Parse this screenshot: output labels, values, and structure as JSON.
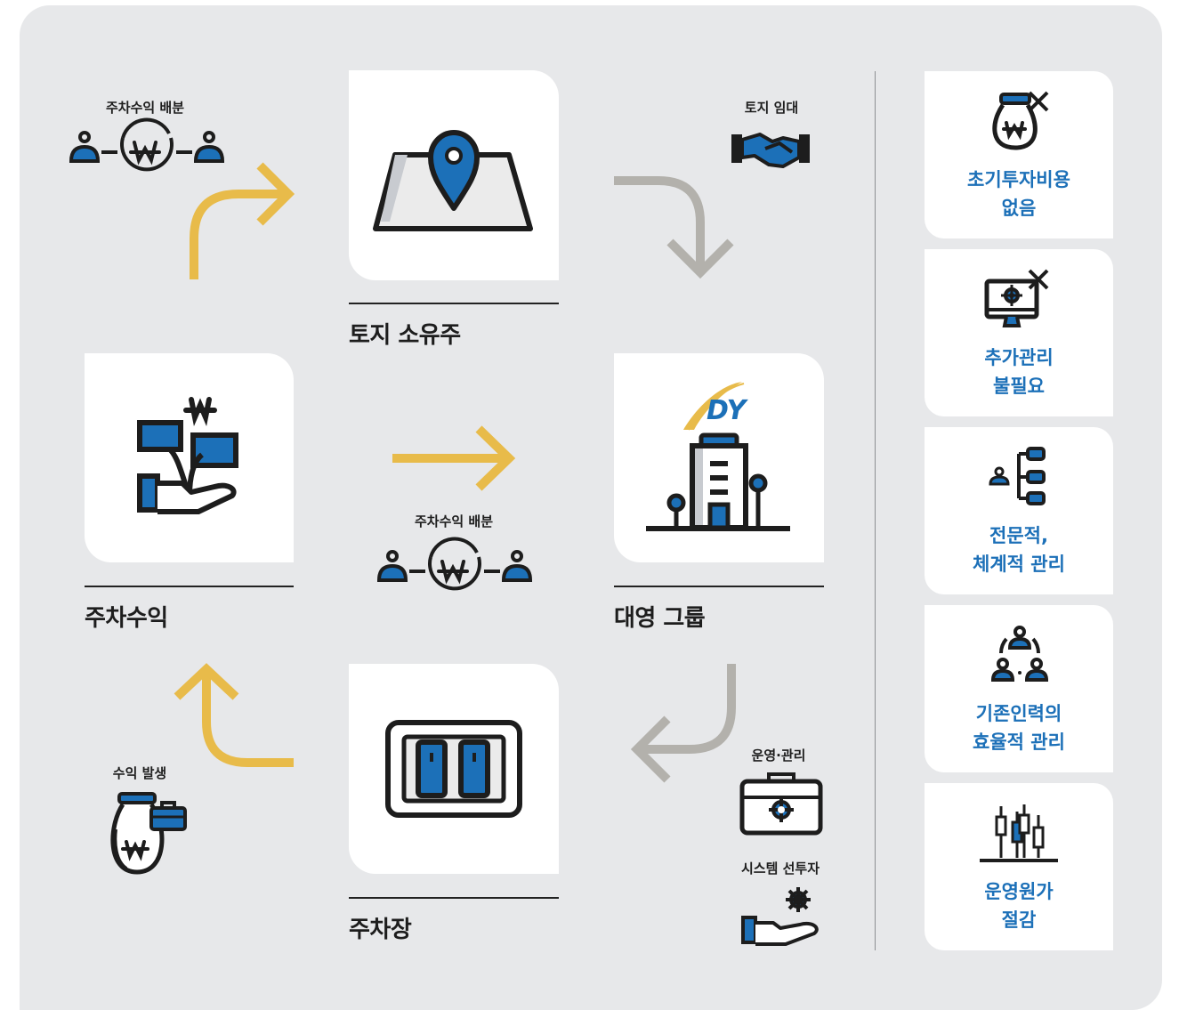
{
  "nodes": {
    "landowner": "토지 소유주",
    "daeyoung": "대영 그룹",
    "parking_income": "주차수익",
    "parking_lot": "주차장"
  },
  "flows": {
    "top_left": "주차수익 배분",
    "top_right": "토지 임대",
    "center": "주차수익 배분",
    "bottom_left": "수익 발생",
    "bottom_right_1": "운영·관리",
    "bottom_right_2": "시스템 선투자"
  },
  "logo_text": "DY",
  "benefits": [
    {
      "line1": "초기투자비용",
      "line2": "없음",
      "icon": "money-bag-cross-icon"
    },
    {
      "line1": "추가관리",
      "line2": "불필요",
      "icon": "monitor-cross-icon"
    },
    {
      "line1": "전문적,",
      "line2": "체계적 관리",
      "icon": "org-chart-icon"
    },
    {
      "line1": "기존인력의",
      "line2": "효율적 관리",
      "icon": "team-icon"
    },
    {
      "line1": "운영원가",
      "line2": "절감",
      "icon": "candlestick-icon"
    }
  ],
  "colors": {
    "background": "#e7e8ea",
    "blue": "#1c70b8",
    "yellow": "#e8bb4a",
    "gray_arrow": "#b3b1ac",
    "ink": "#1d1d1d"
  }
}
